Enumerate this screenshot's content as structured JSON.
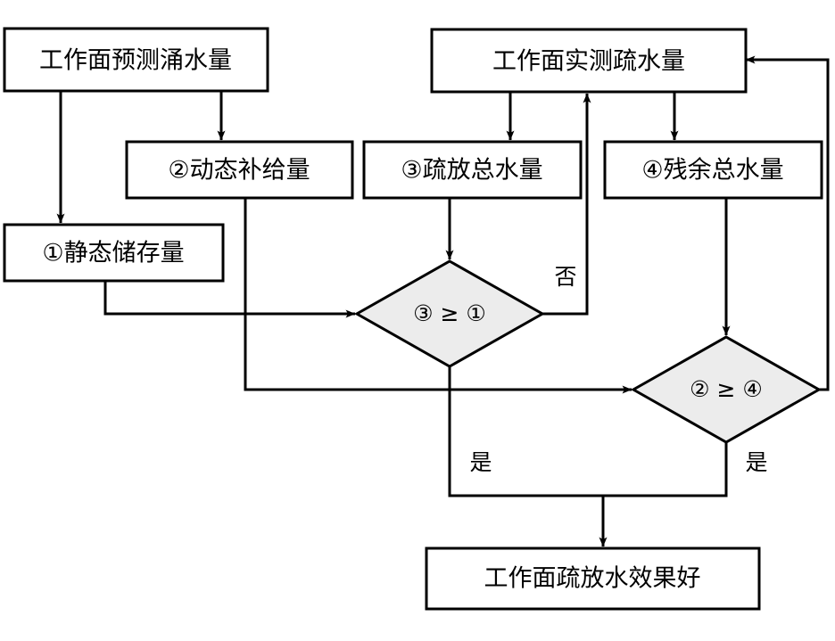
{
  "diagram": {
    "type": "flowchart",
    "title_text": null,
    "background_color": "#ffffff",
    "line_color": "#000000",
    "box_fill": "#ffffff",
    "decision_fill": "#ececec",
    "nodes": {
      "predicted_inflow": {
        "label": "工作面预测涌水量",
        "shape": "rectangle"
      },
      "measured_drainage": {
        "label": "工作面实测疏水量",
        "shape": "rectangle"
      },
      "static_storage": {
        "label": "①静态储存量",
        "shape": "rectangle"
      },
      "dynamic_recharge": {
        "label": "②动态补给量",
        "shape": "rectangle"
      },
      "total_drained": {
        "label": "③疏放总水量",
        "shape": "rectangle"
      },
      "residual_total": {
        "label": "④残余总水量",
        "shape": "rectangle"
      },
      "decision_one": {
        "label": "③ ≥ ①",
        "shape": "diamond"
      },
      "decision_two": {
        "label": "② ≥ ④",
        "shape": "diamond"
      },
      "result": {
        "label": "工作面疏放水效果好",
        "shape": "rectangle"
      }
    },
    "edge_labels": {
      "no_branch": "否",
      "yes_left": "是",
      "yes_right": "是"
    }
  }
}
